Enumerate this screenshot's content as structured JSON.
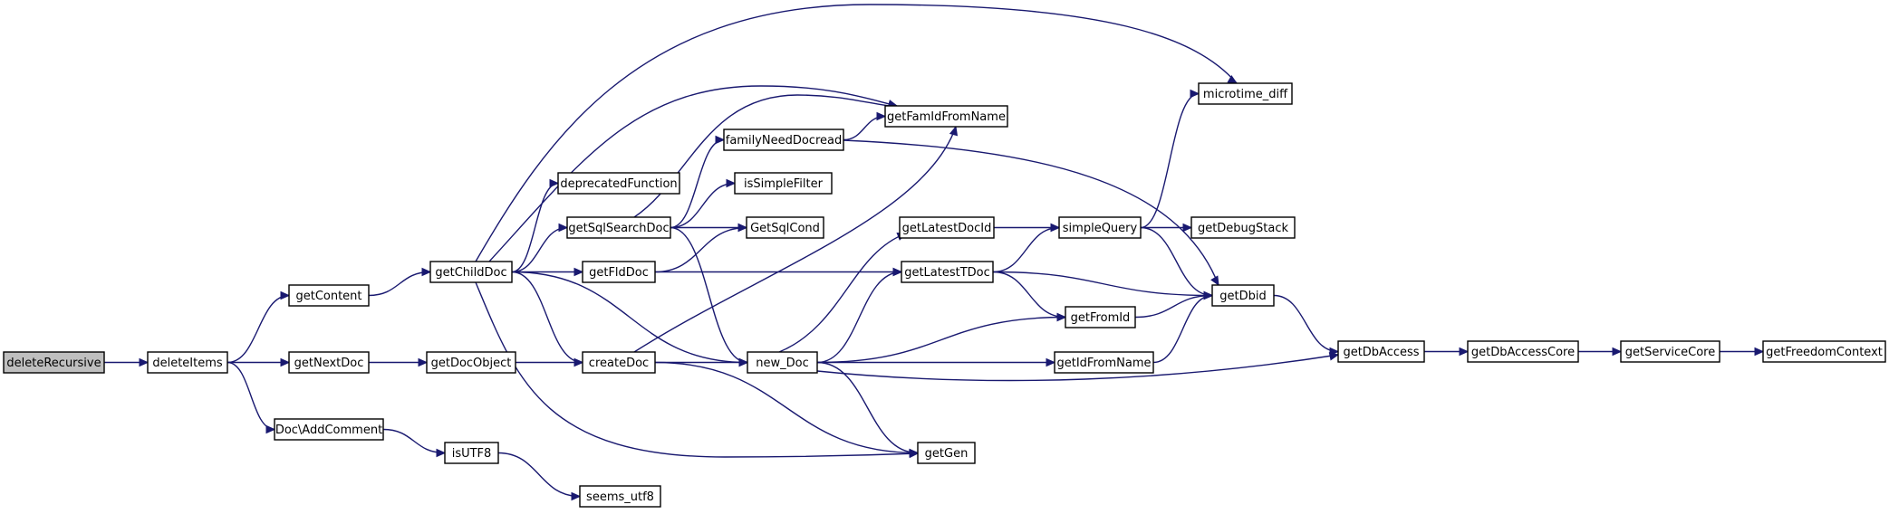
{
  "nodes": [
    {
      "id": "deleteRecursive",
      "label": "deleteRecursive",
      "root": true
    },
    {
      "id": "deleteItems",
      "label": "deleteItems"
    },
    {
      "id": "getContent",
      "label": "getContent"
    },
    {
      "id": "getNextDoc",
      "label": "getNextDoc"
    },
    {
      "id": "DocAddComment",
      "label": "Doc\\AddComment"
    },
    {
      "id": "getChildDoc",
      "label": "getChildDoc"
    },
    {
      "id": "getDocObject",
      "label": "getDocObject"
    },
    {
      "id": "isUTF8",
      "label": "isUTF8"
    },
    {
      "id": "seems_utf8",
      "label": "seems_utf8"
    },
    {
      "id": "deprecatedFunction",
      "label": "deprecatedFunction"
    },
    {
      "id": "getSqlSearchDoc",
      "label": "getSqlSearchDoc"
    },
    {
      "id": "getFldDoc",
      "label": "getFldDoc"
    },
    {
      "id": "createDoc",
      "label": "createDoc"
    },
    {
      "id": "familyNeedDocread",
      "label": "familyNeedDocread"
    },
    {
      "id": "isSimpleFilter",
      "label": "isSimpleFilter"
    },
    {
      "id": "GetSqlCond",
      "label": "GetSqlCond"
    },
    {
      "id": "new_Doc",
      "label": "new_Doc"
    },
    {
      "id": "getFamIdFromName",
      "label": "getFamIdFromName"
    },
    {
      "id": "getLatestDocId",
      "label": "getLatestDocId"
    },
    {
      "id": "getLatestTDoc",
      "label": "getLatestTDoc"
    },
    {
      "id": "getGen",
      "label": "getGen"
    },
    {
      "id": "simpleQuery",
      "label": "simpleQuery"
    },
    {
      "id": "getFromId",
      "label": "getFromId"
    },
    {
      "id": "getIdFromName",
      "label": "getIdFromName"
    },
    {
      "id": "microtime_diff",
      "label": "microtime_diff"
    },
    {
      "id": "getDebugStack",
      "label": "getDebugStack"
    },
    {
      "id": "getDbid",
      "label": "getDbid"
    },
    {
      "id": "getDbAccess",
      "label": "getDbAccess"
    },
    {
      "id": "getDbAccessCore",
      "label": "getDbAccessCore"
    },
    {
      "id": "getServiceCore",
      "label": "getServiceCore"
    },
    {
      "id": "getFreedomContext",
      "label": "getFreedomContext"
    }
  ],
  "edges": [
    {
      "from": "deleteRecursive",
      "to": "deleteItems"
    },
    {
      "from": "deleteItems",
      "to": "getContent"
    },
    {
      "from": "deleteItems",
      "to": "getNextDoc"
    },
    {
      "from": "deleteItems",
      "to": "DocAddComment"
    },
    {
      "from": "getContent",
      "to": "getChildDoc"
    },
    {
      "from": "getNextDoc",
      "to": "getDocObject"
    },
    {
      "from": "DocAddComment",
      "to": "isUTF8"
    },
    {
      "from": "isUTF8",
      "to": "seems_utf8"
    },
    {
      "from": "getChildDoc",
      "to": "microtime_diff"
    },
    {
      "from": "getChildDoc",
      "to": "getFamIdFromName"
    },
    {
      "from": "getChildDoc",
      "to": "deprecatedFunction"
    },
    {
      "from": "getChildDoc",
      "to": "getSqlSearchDoc"
    },
    {
      "from": "getChildDoc",
      "to": "getFldDoc"
    },
    {
      "from": "getChildDoc",
      "to": "createDoc"
    },
    {
      "from": "getChildDoc",
      "to": "new_Doc"
    },
    {
      "from": "getChildDoc",
      "to": "getGen"
    },
    {
      "from": "getDocObject",
      "to": "createDoc"
    },
    {
      "from": "getSqlSearchDoc",
      "to": "getFamIdFromName"
    },
    {
      "from": "getSqlSearchDoc",
      "to": "familyNeedDocread"
    },
    {
      "from": "getSqlSearchDoc",
      "to": "isSimpleFilter"
    },
    {
      "from": "getSqlSearchDoc",
      "to": "GetSqlCond"
    },
    {
      "from": "getSqlSearchDoc",
      "to": "new_Doc"
    },
    {
      "from": "getFldDoc",
      "to": "GetSqlCond"
    },
    {
      "from": "getFldDoc",
      "to": "getLatestTDoc"
    },
    {
      "from": "createDoc",
      "to": "getFamIdFromName"
    },
    {
      "from": "createDoc",
      "to": "new_Doc"
    },
    {
      "from": "createDoc",
      "to": "getGen"
    },
    {
      "from": "familyNeedDocread",
      "to": "getFamIdFromName"
    },
    {
      "from": "familyNeedDocread",
      "to": "getDbid"
    },
    {
      "from": "new_Doc",
      "to": "getLatestDocId"
    },
    {
      "from": "new_Doc",
      "to": "getLatestTDoc"
    },
    {
      "from": "new_Doc",
      "to": "getFromId"
    },
    {
      "from": "new_Doc",
      "to": "getIdFromName"
    },
    {
      "from": "new_Doc",
      "to": "getDbAccess"
    },
    {
      "from": "new_Doc",
      "to": "getGen"
    },
    {
      "from": "getLatestDocId",
      "to": "simpleQuery"
    },
    {
      "from": "getLatestTDoc",
      "to": "simpleQuery"
    },
    {
      "from": "getLatestTDoc",
      "to": "getFromId"
    },
    {
      "from": "getLatestTDoc",
      "to": "getDbid"
    },
    {
      "from": "simpleQuery",
      "to": "microtime_diff"
    },
    {
      "from": "simpleQuery",
      "to": "getDebugStack"
    },
    {
      "from": "simpleQuery",
      "to": "getDbid"
    },
    {
      "from": "getFromId",
      "to": "getDbid"
    },
    {
      "from": "getIdFromName",
      "to": "getDbid"
    },
    {
      "from": "getDbid",
      "to": "getDbAccess"
    },
    {
      "from": "getDbAccess",
      "to": "getDbAccessCore"
    },
    {
      "from": "getDbAccessCore",
      "to": "getServiceCore"
    },
    {
      "from": "getServiceCore",
      "to": "getFreedomContext"
    }
  ]
}
